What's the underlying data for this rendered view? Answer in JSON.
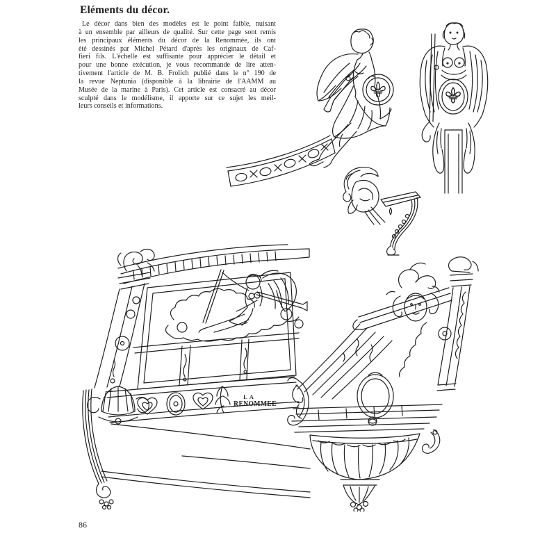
{
  "page": {
    "title": "Eléments du décor.",
    "page_number": "86",
    "body_lines": [
      "Le décor dans bien des modèles est le point faible, nuisant",
      "à un ensemble par ailleurs de qualité. Sur cette page sont remis",
      "les principaux éléments du décor de la Renommée, ils ont",
      "été dessinés par Michel Pétard d'après les originaux de Caf-",
      "fieri fils. L'échelle est suffisante pour apprécier le détail et",
      "pour une bonne exécution, je vous recommande de lire atten-",
      "tivement l'article de M. B. Frolich publié dans le n° 190 de",
      "la revue Neptunia (disponible à la librairie de l'AAMM au",
      "Musée de la marine à Paris). Cet article est consacré au décor",
      "sculpté dans le modélisme, il apporte sur ce sujet les meil-",
      "leurs conseils et informations."
    ]
  },
  "drawings": {
    "stern_label": [
      "LA",
      "RENOMMEE"
    ]
  },
  "colors": {
    "ink": "#1f1f1f",
    "paper": "#ffffff"
  }
}
